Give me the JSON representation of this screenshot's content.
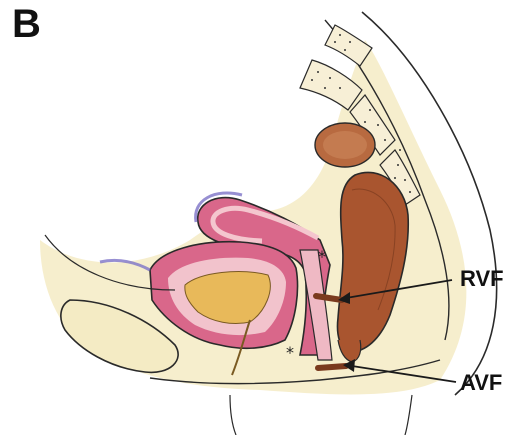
{
  "figure": {
    "panel_letter": "B",
    "labels": {
      "rvf": "RVF",
      "avf": "AVF",
      "asterisk_upper": "*",
      "asterisk_lower": "*"
    },
    "colors": {
      "background_tissue": "#f4e9bf",
      "uterus_fill": "#d9678a",
      "uterus_inner": "#f2c3cc",
      "bladder_fill": "#e8b95a",
      "rectum_fill": "#a4532e",
      "bone_fill": "#efe3c4",
      "outline": "#2a2a2a",
      "arrow": "#1a1a1a",
      "violet_edge": "#7d73c7"
    }
  }
}
